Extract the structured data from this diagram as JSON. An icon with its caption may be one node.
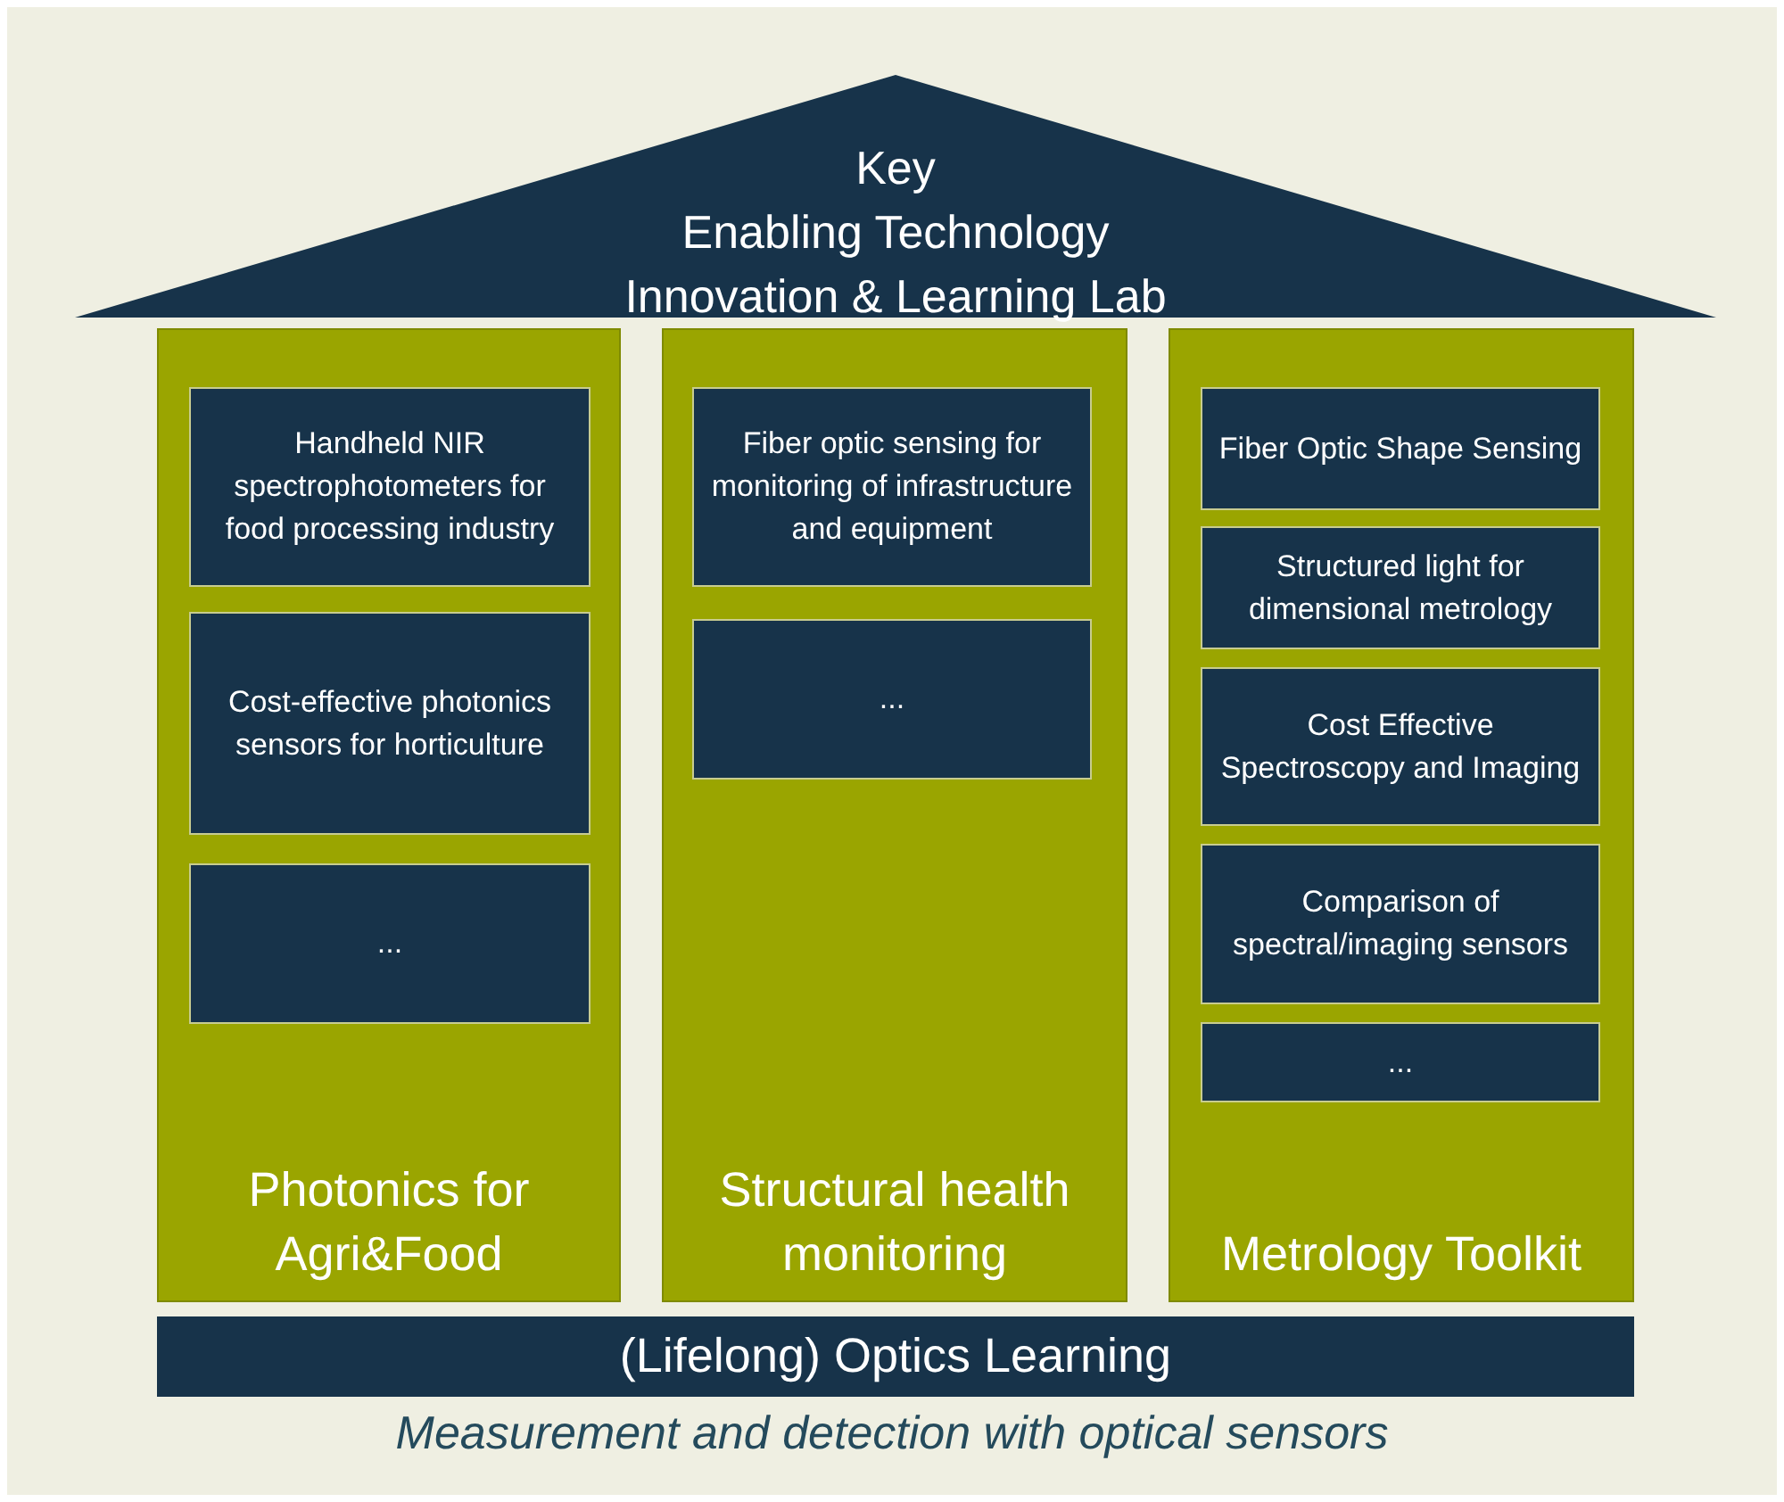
{
  "diagram": {
    "caption": "Measurement and detection with optical sensors",
    "nodes": [
      {
        "text": [
          "Key Enabling Technology Innovation & Learning Lab"
        ]
      },
      {
        "text": [
          "Photonics for Agri&Food"
        ]
      },
      {
        "text": [
          "Handheld NIR spectrophotometers for food processing industry"
        ],
        "in": 1
      },
      {
        "text": [
          "Cost-effective photonics sensors for horticulture"
        ],
        "in": 1
      },
      {
        "text": [
          "..."
        ],
        "in": 1
      },
      {
        "text": [
          "Structural health monitoring"
        ]
      },
      {
        "text": [
          "Fiber optic sensing for monitoring of infrastructure and equipment"
        ],
        "in": 5
      },
      {
        "text": [
          "..."
        ],
        "in": 5
      },
      {
        "text": [
          "Metrology Toolkit"
        ]
      },
      {
        "text": [
          "Fiber Optic Shape Sensing"
        ],
        "in": 8
      },
      {
        "text": [
          "Structured light for dimensional metrology"
        ],
        "in": 8
      },
      {
        "text": [
          "Cost Effective Spectroscopy and Imaging"
        ],
        "in": 8
      },
      {
        "text": [
          "Comparison of spectral/imaging sensors"
        ],
        "in": 8
      },
      {
        "text": [
          "..."
        ],
        "in": 8
      },
      {
        "text": [
          "(Lifelong) Optics Learning"
        ]
      }
    ],
    "edges": []
  }
}
